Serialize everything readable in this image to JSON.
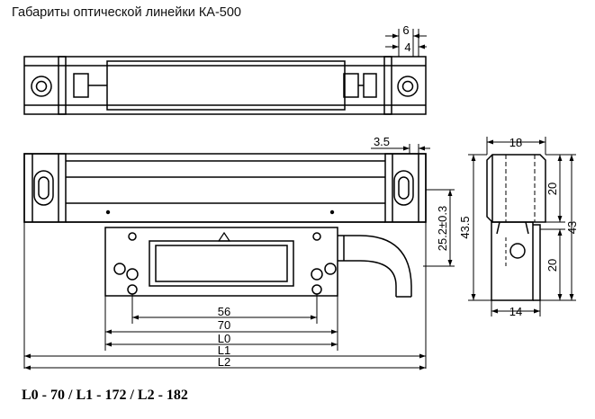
{
  "title": "Габариты оптической линейки КА-500",
  "caption": "L0 - 70 / L1 - 172 / L2 - 182",
  "dimensions": {
    "top_6": "6",
    "top_4": "4",
    "d_3_5": "3.5",
    "d_25_2": "25.2±0.3",
    "d_56": "56",
    "d_70": "70",
    "d_L0": "L0",
    "d_L1": "L1",
    "d_L2": "L2",
    "d_18": "18",
    "d_43_5": "43.5",
    "d_20_top": "20",
    "d_43": "43",
    "d_20_bottom": "20",
    "d_14": "14"
  }
}
